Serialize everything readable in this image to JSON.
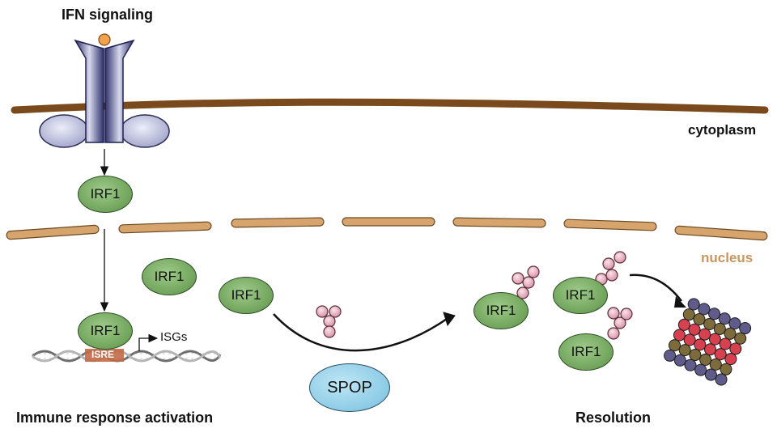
{
  "title": "IFN signaling",
  "compartments": {
    "cytoplasm": "cytoplasm",
    "nucleus": "nucleus"
  },
  "proteins": {
    "irf1_cytoplasm": "IRF1",
    "irf1_nucleus_free": "IRF1",
    "irf1_bound": "IRF1",
    "irf1_pre_ub": "IRF1",
    "irf1_ub_a": "IRF1",
    "irf1_ub_b": "IRF1",
    "irf1_ub_c": "IRF1",
    "spop": "SPOP"
  },
  "dna": {
    "element": "ISRE",
    "target": "ISGs"
  },
  "phases": {
    "activation": "Immune response activation",
    "resolution": "Resolution"
  },
  "colors": {
    "membrane": "#7a4a1d",
    "nuclear_envelope": "#c8965f",
    "receptor": "#3e3f75",
    "ligand": "#f2a24a",
    "irf1": "#7fb36a",
    "spop": "#8ccbe6",
    "ubiquitin": "#e8aebe",
    "isre": "#c26a48",
    "proteasome_blue": "#5f5b8a",
    "proteasome_olive": "#7d6b3c",
    "proteasome_red": "#d6404f",
    "nucleus_label": "#c8965f"
  }
}
